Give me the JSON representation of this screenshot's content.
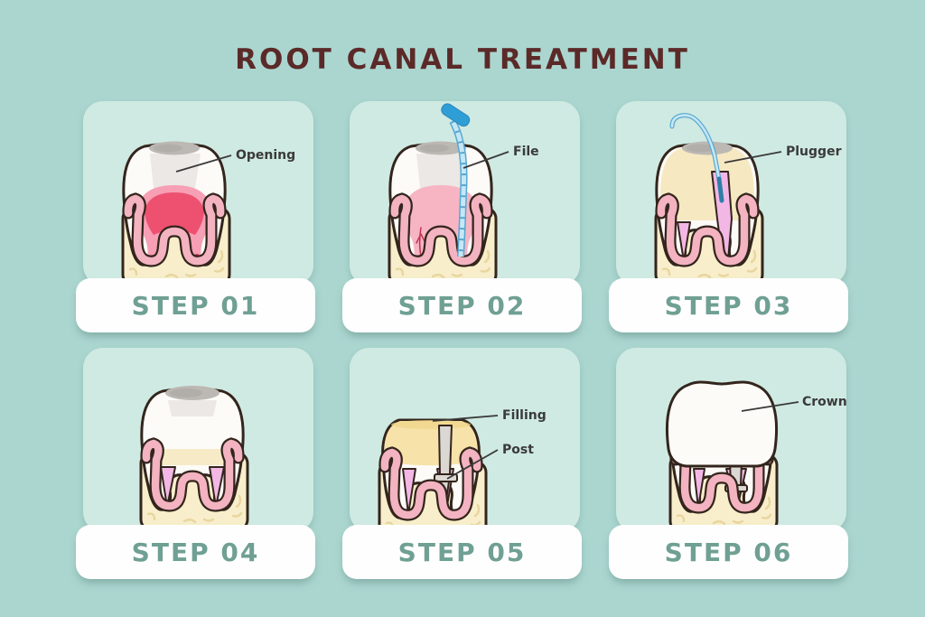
{
  "title": "ROOT CANAL TREATMENT",
  "steps": [
    {
      "label": "STEP 01",
      "annotations": {
        "opening": "Opening"
      }
    },
    {
      "label": "STEP 02",
      "annotations": {
        "file": "File"
      }
    },
    {
      "label": "STEP 03",
      "annotations": {
        "plugger": "Plugger"
      }
    },
    {
      "label": "STEP 04",
      "annotations": {}
    },
    {
      "label": "STEP 05",
      "annotations": {
        "filling": "Filling",
        "post": "Post"
      }
    },
    {
      "label": "STEP 06",
      "annotations": {
        "crown": "Crown"
      }
    }
  ],
  "colors": {
    "bg": "#abd6d0",
    "card": "#cfeae2",
    "banner": "#fefefe",
    "step_text": "#6fa093",
    "title_text": "#5b2a28",
    "label": "#3a3a3a",
    "outline": "#33251c",
    "bone": "#f8eecb",
    "squiggle": "#e8d69e",
    "gum": "#f3b3c1",
    "tooth": "#fcfbf8",
    "opening": "#bcb8b4",
    "shade": "#e9e6e2",
    "pulp": "#f79fb4",
    "pulp_light": "#f7b5c4",
    "pulp_core": "#ee5170",
    "pulp_dark": "#c23353",
    "canal": "#f3b7e6",
    "interior_yellow": "#f6e8c1",
    "file_handle": "#2f9ed6",
    "file_body": "#c6e7f6",
    "file_edge": "#58a8d1",
    "plugger_tip": "#2e7fa6",
    "filling": "#f7e2a9",
    "filling_dark": "#f0d68a",
    "post": "#dbd7d3"
  }
}
